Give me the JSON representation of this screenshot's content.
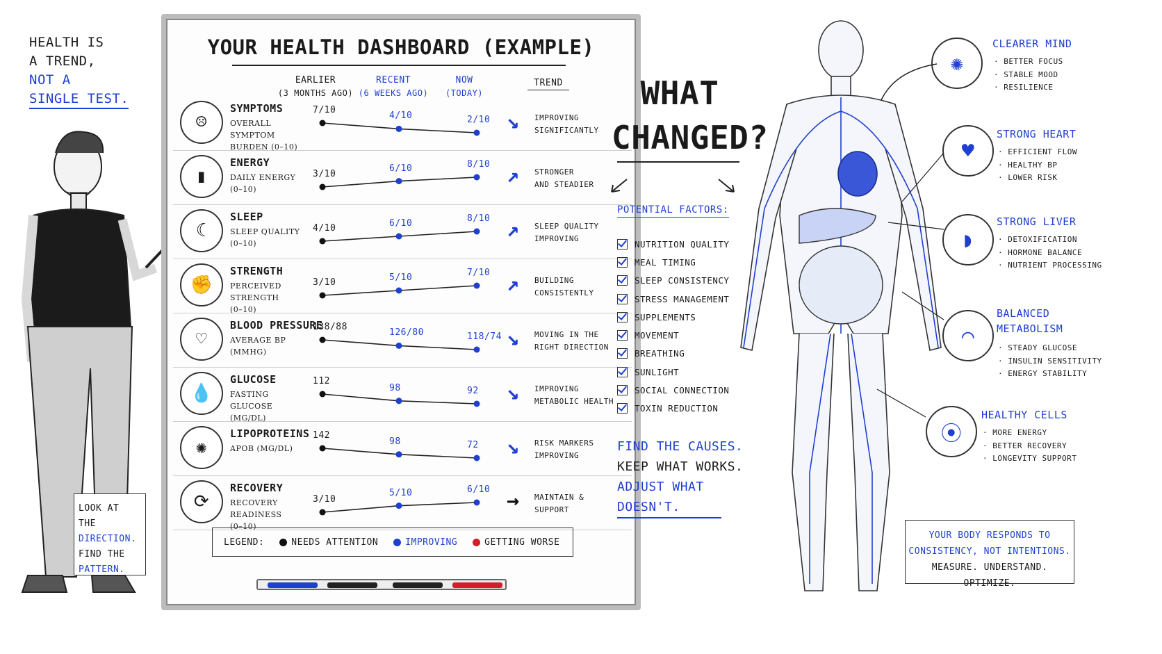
{
  "intro": {
    "line1": "HEALTH IS",
    "line2": "A TREND,",
    "line3": "NOT A",
    "line4": "SINGLE TEST."
  },
  "board": {
    "title": "YOUR HEALTH DASHBOARD (EXAMPLE)",
    "columns": [
      {
        "label": "EARLIER",
        "sub": "(3 MONTHS AGO)"
      },
      {
        "label": "RECENT",
        "sub": "(6 WEEKS AGO)"
      },
      {
        "label": "NOW",
        "sub": "(TODAY)"
      }
    ],
    "trend_header": "TREND",
    "rows": [
      {
        "name": "SYMPTOMS",
        "sub1": "Overall symptom",
        "sub2": "burden (0–10)",
        "icon": "person-headache-icon",
        "glyph": "☹",
        "values": [
          "7/10",
          "4/10",
          "2/10"
        ],
        "nums": [
          7,
          4,
          2
        ],
        "dir": "down",
        "arrow": "↘",
        "trend1": "IMPROVING",
        "trend2": "SIGNIFICANTLY"
      },
      {
        "name": "ENERGY",
        "sub1": "Daily energy",
        "sub2": "(0–10)",
        "icon": "battery-icon",
        "glyph": "▮",
        "values": [
          "3/10",
          "6/10",
          "8/10"
        ],
        "nums": [
          3,
          6,
          8
        ],
        "dir": "up",
        "arrow": "↗",
        "trend1": "STRONGER",
        "trend2": "AND STEADIER"
      },
      {
        "name": "SLEEP",
        "sub1": "Sleep quality",
        "sub2": "(0–10)",
        "icon": "moon-icon",
        "glyph": "☾",
        "values": [
          "4/10",
          "6/10",
          "8/10"
        ],
        "nums": [
          4,
          6,
          8
        ],
        "dir": "up",
        "arrow": "↗",
        "trend1": "SLEEP QUALITY",
        "trend2": "IMPROVING"
      },
      {
        "name": "STRENGTH",
        "sub1": "Perceived strength",
        "sub2": "(0–10)",
        "icon": "flexed-arm-icon",
        "glyph": "✊",
        "values": [
          "3/10",
          "5/10",
          "7/10"
        ],
        "nums": [
          3,
          5,
          7
        ],
        "dir": "up",
        "arrow": "↗",
        "trend1": "BUILDING",
        "trend2": "CONSISTENTLY"
      },
      {
        "name": "BLOOD PRESSURE",
        "sub1": "Average BP",
        "sub2": "(mmHg)",
        "icon": "heart-pulse-icon",
        "glyph": "♡",
        "values": [
          "138/88",
          "126/80",
          "118/74"
        ],
        "nums": [
          138,
          126,
          118
        ],
        "dir": "down",
        "arrow": "↘",
        "trend1": "MOVING IN THE",
        "trend2": "RIGHT DIRECTION"
      },
      {
        "name": "GLUCOSE",
        "sub1": "Fasting glucose",
        "sub2": "(mg/dL)",
        "icon": "drop-icon",
        "glyph": "💧",
        "values": [
          "112",
          "98",
          "92"
        ],
        "nums": [
          112,
          98,
          92
        ],
        "dir": "down",
        "arrow": "↘",
        "trend1": "IMPROVING",
        "trend2": "METABOLIC HEALTH"
      },
      {
        "name": "LIPOPROTEINS",
        "sub1": "ApoB (mg/dL)",
        "sub2": "",
        "icon": "lipoprotein-particle-icon",
        "glyph": "✺",
        "values": [
          "142",
          "98",
          "72"
        ],
        "nums": [
          142,
          98,
          72
        ],
        "dir": "down",
        "arrow": "↘",
        "trend1": "RISK MARKERS",
        "trend2": "IMPROVING"
      },
      {
        "name": "RECOVERY",
        "sub1": "Recovery readiness",
        "sub2": "(0–10)",
        "icon": "cycle-arrows-icon",
        "glyph": "⟳",
        "values": [
          "3/10",
          "5/10",
          "6/10"
        ],
        "nums": [
          3,
          5,
          6
        ],
        "dir": "right",
        "arrow": "→",
        "trend1": "MAINTAIN &",
        "trend2": "SUPPORT"
      }
    ],
    "legend": {
      "label": "LEGEND:",
      "a": "NEEDS ATTENTION",
      "b": "IMPROVING",
      "c": "GETTING WORSE"
    }
  },
  "look": {
    "line1": "LOOK AT THE",
    "line2": "DIRECTION.",
    "line3": "FIND THE",
    "line4": "PATTERN."
  },
  "what": {
    "line1": "WHAT",
    "line2": "CHANGED?"
  },
  "factors_title": "POTENTIAL FACTORS:",
  "factors": [
    "NUTRITION QUALITY",
    "MEAL TIMING",
    "SLEEP CONSISTENCY",
    "STRESS MANAGEMENT",
    "SUPPLEMENTS",
    "MOVEMENT",
    "BREATHING",
    "SUNLIGHT",
    "SOCIAL CONNECTION",
    "TOXIN REDUCTION"
  ],
  "causes": {
    "line1": "FIND THE CAUSES.",
    "line2": "KEEP WHAT WORKS.",
    "line3": "ADJUST WHAT",
    "line4": "DOESN'T."
  },
  "benefits": [
    {
      "title1": "CLEARER MIND",
      "title2": "",
      "icon": "brain-icon",
      "items": [
        "· BETTER FOCUS",
        "· STABLE MOOD",
        "· RESILIENCE"
      ]
    },
    {
      "title1": "STRONG HEART",
      "title2": "",
      "icon": "heart-icon",
      "items": [
        "· EFFICIENT FLOW",
        "· HEALTHY BP",
        "· LOWER RISK"
      ]
    },
    {
      "title1": "STRONG LIVER",
      "title2": "",
      "icon": "liver-icon",
      "items": [
        "· DETOXIFICATION",
        "· HORMONE BALANCE",
        "· NUTRIENT PROCESSING"
      ]
    },
    {
      "title1": "BALANCED",
      "title2": "METABOLISM",
      "icon": "pancreas-icon",
      "items": [
        "· STEADY GLUCOSE",
        "· INSULIN SENSITIVITY",
        "· ENERGY STABILITY"
      ]
    },
    {
      "title1": "HEALTHY CELLS",
      "title2": "",
      "icon": "mitochondria-icon",
      "items": [
        "· MORE ENERGY",
        "· BETTER RECOVERY",
        "· LONGEVITY SUPPORT"
      ]
    }
  ],
  "respond": {
    "line1": "YOUR BODY RESPONDS TO",
    "line2": "CONSISTENCY, NOT INTENTIONS.",
    "line3": "MEASURE. UNDERSTAND. OPTIMIZE."
  },
  "colors": {
    "accent": "#1f3fd1",
    "ink": "#1a1a1a",
    "worse": "#d11f2a"
  }
}
